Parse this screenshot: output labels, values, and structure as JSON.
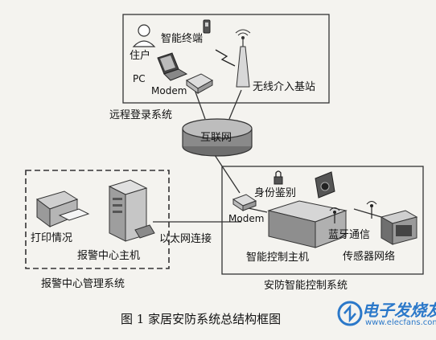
{
  "regions": {
    "remote": "远程登录系统",
    "alarm_center": "报警中心管理系统",
    "security": "安防智能控制系统"
  },
  "nodes": {
    "smart_terminal": "智能终端",
    "resident": "住户",
    "pc": "PC",
    "modem_top": "Modem",
    "wireless_station": "无线介入基站",
    "internet": "互联网",
    "identity": "身份鉴别",
    "modem_bottom": "Modem",
    "bluetooth": "蓝牙通信",
    "sensor_net": "传感器网络",
    "control_host": "智能控制主机",
    "print": "打印情况",
    "alarm_host": "报警中心主机",
    "ethernet": "以太网连接"
  },
  "caption": "图 1  家居安防系统总结构框图",
  "watermark": {
    "text": "电子发烧友",
    "url": "www.elecfans.com"
  }
}
